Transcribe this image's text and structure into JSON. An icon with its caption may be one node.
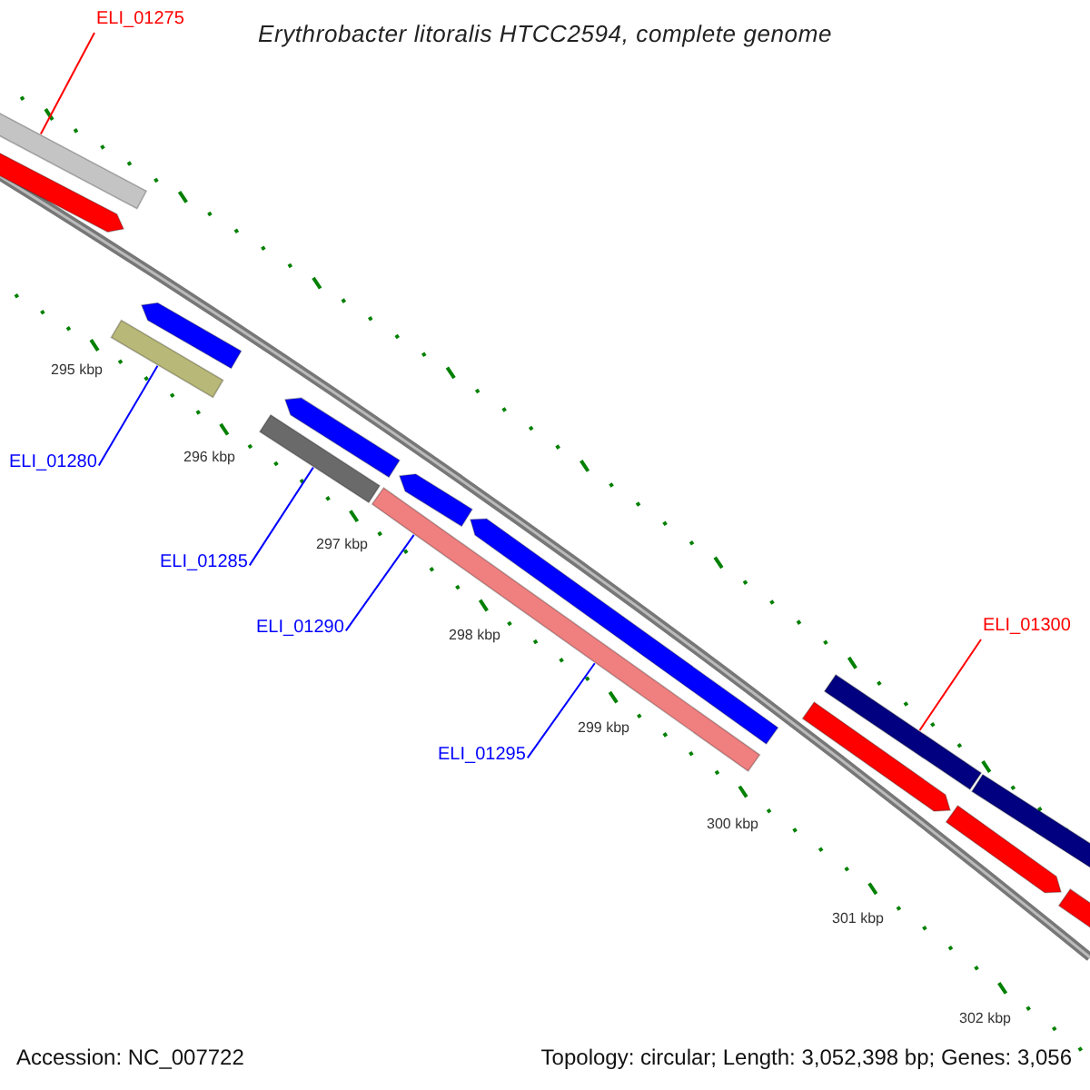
{
  "diagram": {
    "title": "Erythrobacter litoralis HTCC2594, complete genome",
    "nodes": [
      {
        "text": [
          "ELI_01275"
        ]
      },
      {
        "text": [],
        "shape": "bar"
      },
      {
        "text": [],
        "shape": "bar"
      },
      {
        "text": [],
        "shape": "bar"
      },
      {
        "text": [],
        "shape": "bar"
      },
      {
        "text": [
          "ELI_01280"
        ]
      },
      {
        "text": [],
        "shape": "bar"
      },
      {
        "text": [],
        "shape": "bar"
      },
      {
        "text": [
          "ELI_01285"
        ]
      },
      {
        "text": [],
        "shape": "bar"
      },
      {
        "text": [],
        "shape": "bar"
      },
      {
        "text": [],
        "shape": "bar"
      },
      {
        "text": [
          "ELI_01290"
        ]
      },
      {
        "text": [
          "ELI_01295"
        ]
      },
      {
        "text": [
          "ELI_01300"
        ]
      },
      {
        "text": [],
        "shape": "bar"
      },
      {
        "text": [],
        "shape": "bar"
      },
      {
        "text": [],
        "shape": "bar"
      },
      {
        "text": [],
        "shape": "bar"
      },
      {
        "text": [],
        "shape": "bar"
      }
    ],
    "edges": [
      {
        "from": 0,
        "to": 1,
        "arrow": "none",
        "color": "#ff0000"
      },
      {
        "from": 5,
        "to": 4,
        "arrow": "none"
      },
      {
        "from": 8,
        "to": 7,
        "arrow": "none"
      },
      {
        "from": 12,
        "to": 10,
        "arrow": "none"
      },
      {
        "from": 13,
        "to": 10,
        "arrow": "none"
      },
      {
        "from": 14,
        "to": 15,
        "arrow": "none",
        "color": "#ff0000"
      }
    ],
    "labels": [
      "295 kbp",
      "296 kbp",
      "297 kbp",
      "298 kbp",
      "299 kbp",
      "300 kbp",
      "301 kbp",
      "302 kbp",
      "Accession: NC_007722",
      "Topology: circular; Length: 3,052,398 bp; Genes: 3,056"
    ]
  }
}
